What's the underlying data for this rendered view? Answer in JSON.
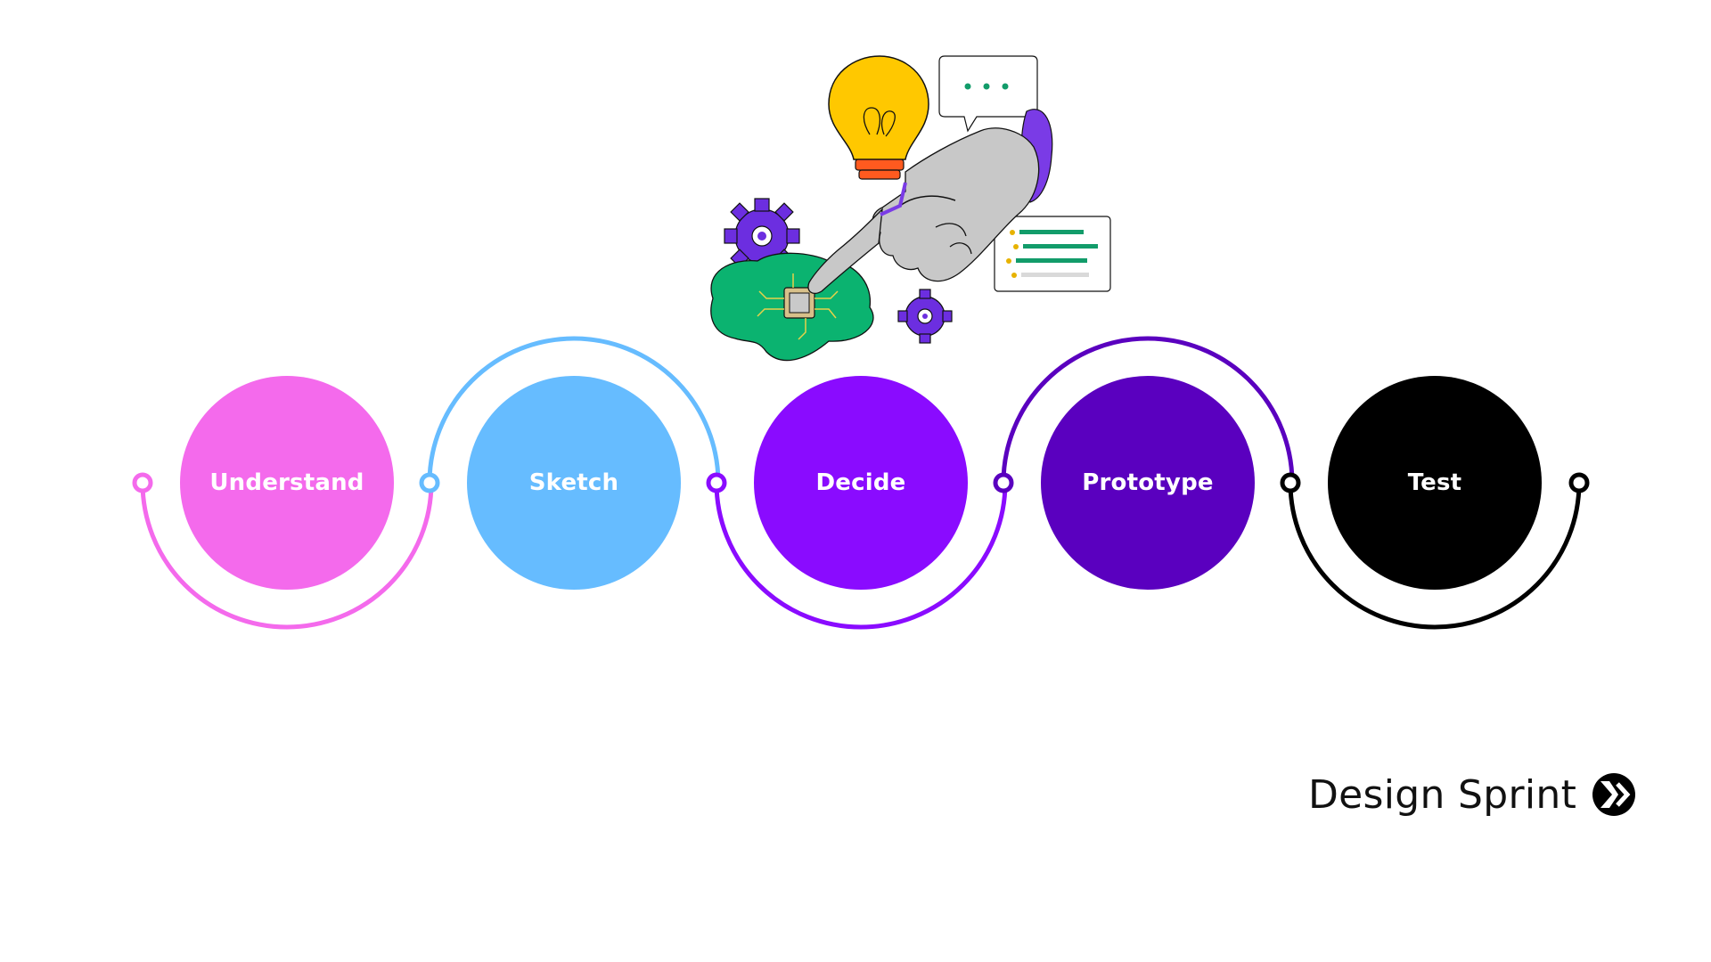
{
  "steps": [
    {
      "label": "Understand",
      "color": "#f46aec"
    },
    {
      "label": "Sketch",
      "color": "#66bcff"
    },
    {
      "label": "Decide",
      "color": "#8a0bff"
    },
    {
      "label": "Prototype",
      "color": "#5a00bf"
    },
    {
      "label": "Test",
      "color": "#000000"
    }
  ],
  "brand": {
    "name": "Design Sprint"
  },
  "illustration": {
    "icons": [
      "lightbulb-icon",
      "speech-bubble-icon",
      "robot-hand-icon",
      "gear-icon",
      "brain-chip-icon",
      "checklist-card-icon"
    ],
    "colors": {
      "bulb": "#ffc800",
      "gear": "#6c2ee0",
      "brain": "#0bb370",
      "hand": "#c8c8c8",
      "cuff": "#7a3be6"
    }
  }
}
